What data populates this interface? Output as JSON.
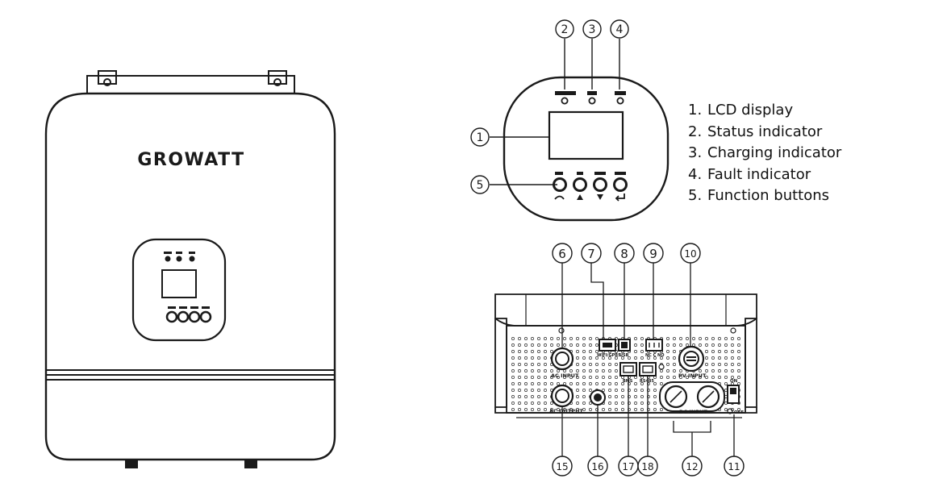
{
  "device": {
    "brand": "GROWATT"
  },
  "front_panel": {
    "callouts": [
      "2",
      "3",
      "4",
      "1",
      "5"
    ]
  },
  "legend": {
    "items": [
      {
        "num": "1.",
        "label": "LCD display"
      },
      {
        "num": "2.",
        "label": "Status indicator"
      },
      {
        "num": "3.",
        "label": "Charging indicator"
      },
      {
        "num": "4.",
        "label": "Fault indicator"
      },
      {
        "num": "5.",
        "label": "Function buttons"
      }
    ]
  },
  "bottom_panel": {
    "callouts_top": [
      "6",
      "7",
      "8",
      "9",
      "10"
    ],
    "callouts_bottom": [
      "15",
      "16",
      "17",
      "18",
      "12",
      "11"
    ],
    "port_labels": {
      "ac_input": "AC INPUT",
      "ac_output": "AC OUTPUT",
      "pv_input": "PV INPUT",
      "dc_input": "DC INPUT",
      "usb": "USB",
      "wifi_gprs": "WIFI/GPRS",
      "bms": "BMS",
      "rs485": "RS485",
      "dry_contact": "NC C NO",
      "switch_on": "ON",
      "switch_off": "OFF"
    }
  },
  "colors": {
    "line": "#1a1a1a",
    "background": "#ffffff"
  }
}
